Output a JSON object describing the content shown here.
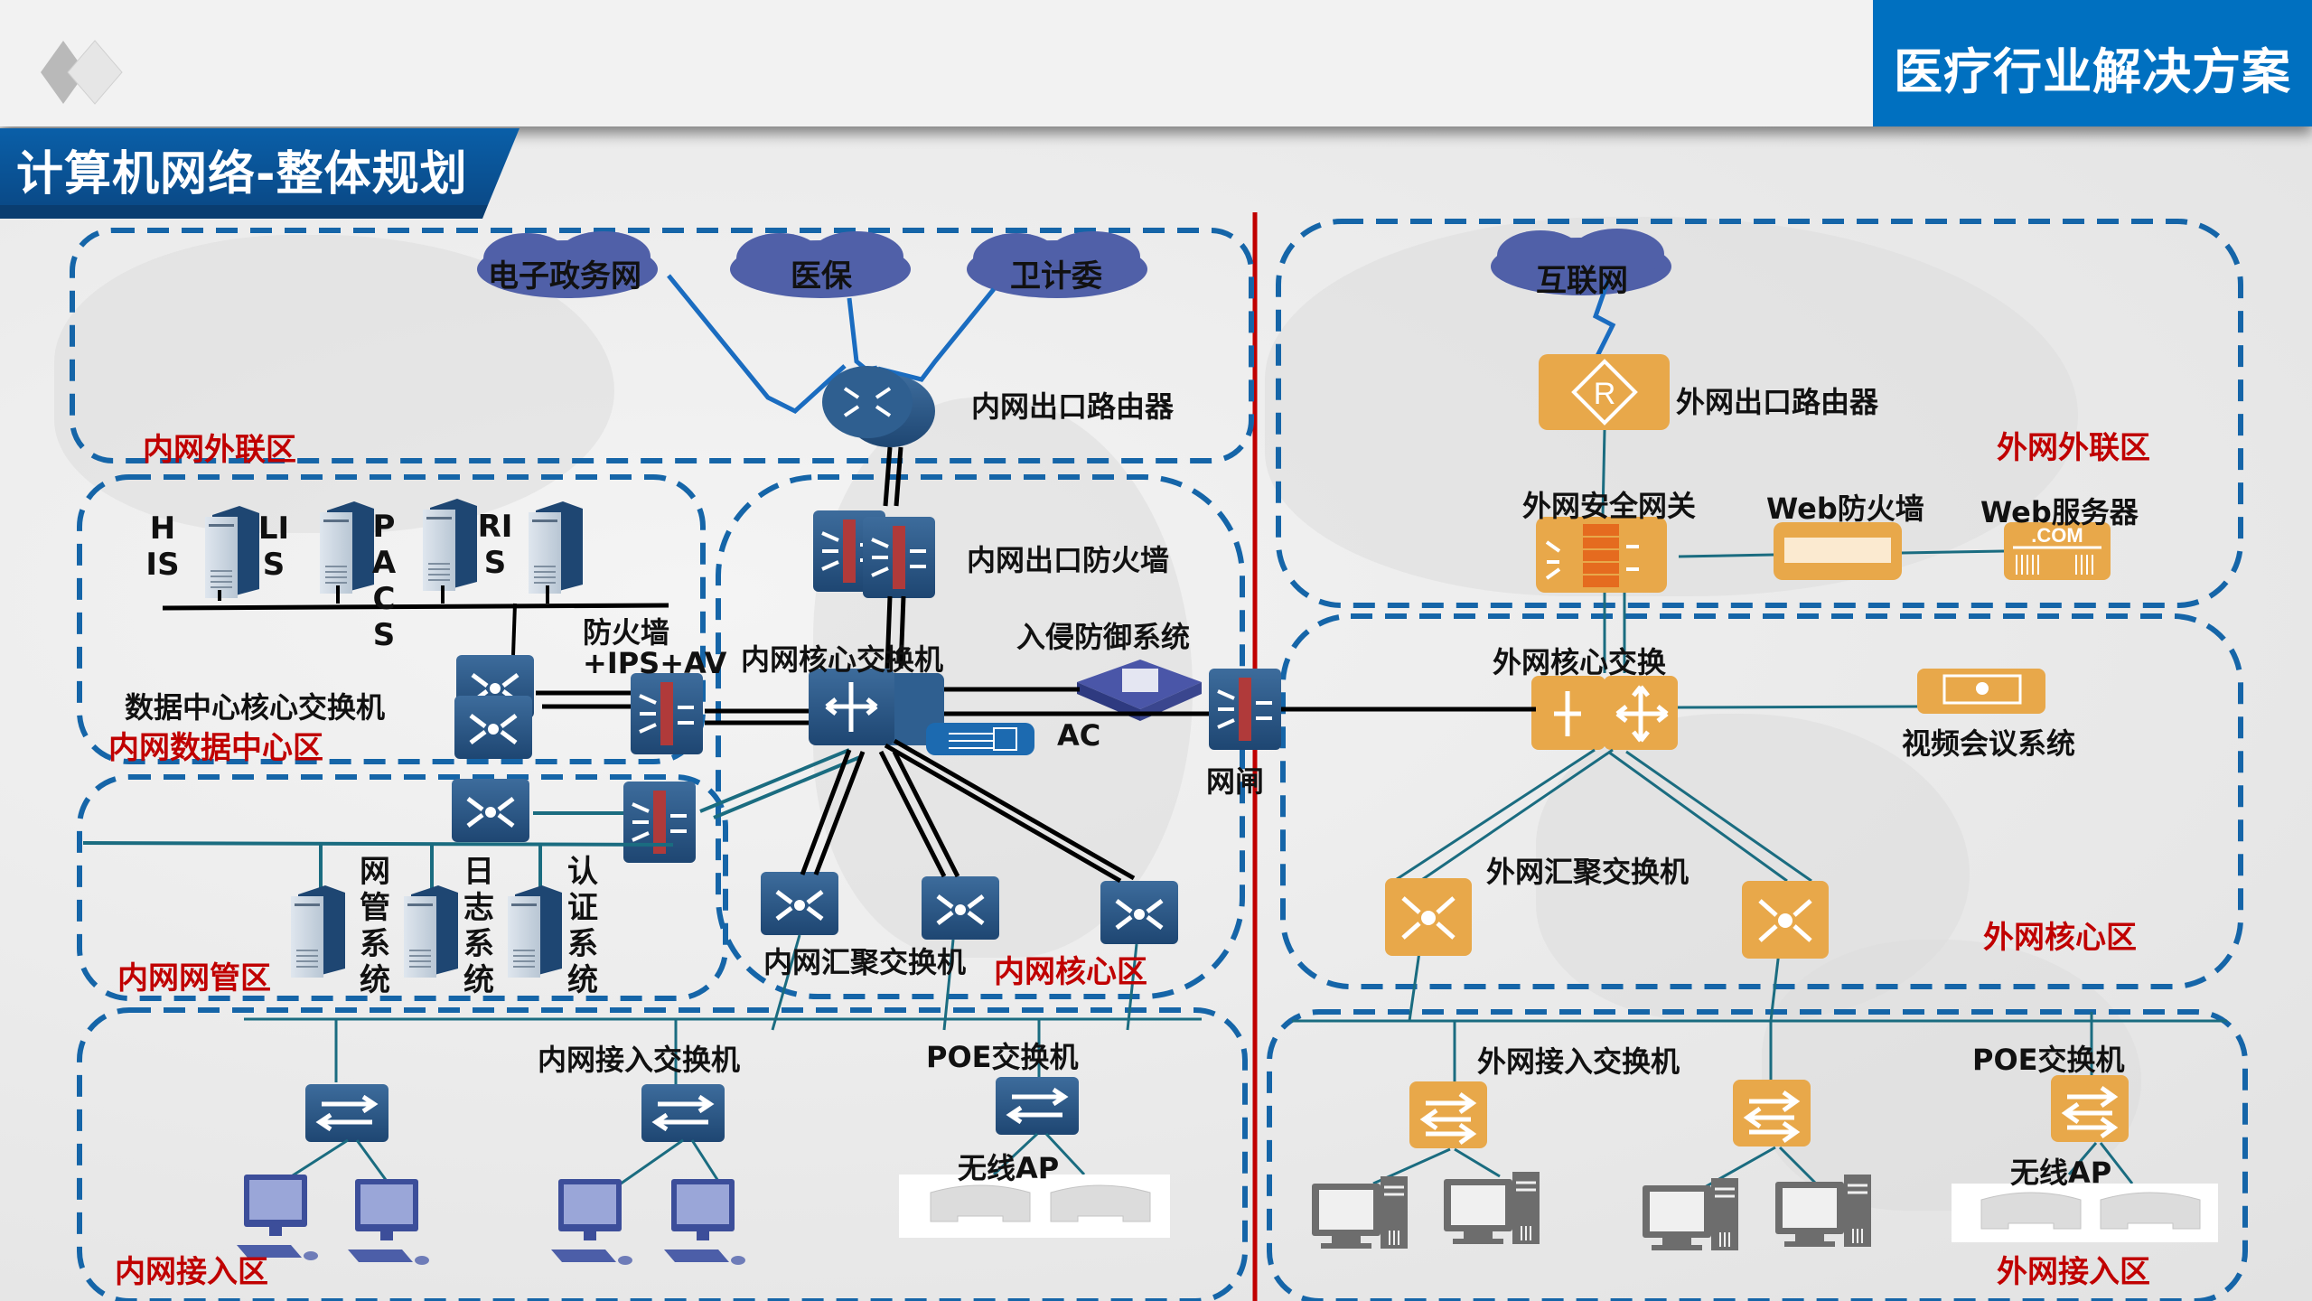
{
  "header": {
    "brand": "医疗行业解决方案",
    "title": "计算机网络-整体规划"
  },
  "colors": {
    "brand_blue": "#0070c0",
    "zone_border": "#1565a8",
    "zone_label_red": "#c00000",
    "divider_red": "#c00000",
    "intranet_device": "#2b5b8c",
    "extranet_device": "#e8a84a",
    "cloud": "#5060a8"
  },
  "intranet": {
    "zones": {
      "external": "内网外联区",
      "datacenter": "内网数据中心区",
      "management": "内网网管区",
      "core": "内网核心区",
      "access": "内网接入区"
    },
    "clouds": [
      "电子政务网",
      "医保",
      "卫计委"
    ],
    "devices": {
      "exit_router": "内网出口路由器",
      "exit_firewall": "内网出口防火墙",
      "core_switch": "内网核心交换机",
      "ips": "入侵防御系统",
      "ac": "AC",
      "gatekeeper": "网闸",
      "dc_core_switch": "数据中心核心交换机",
      "dc_firewall_line1": "防火墙",
      "dc_firewall_line2": "+IPS+AV",
      "aggregation_switch": "内网汇聚交换机",
      "access_switch": "内网接入交换机",
      "poe_switch": "POE交换机",
      "wireless_ap": "无线AP"
    },
    "servers": [
      "HIS",
      "LIS",
      "PACS",
      "RIS"
    ],
    "mgmt_systems": [
      "网管系统",
      "日志系统",
      "认证系统"
    ]
  },
  "extranet": {
    "zones": {
      "external": "外网外联区",
      "core": "外网核心区",
      "access": "外网接入区"
    },
    "clouds": [
      "互联网"
    ],
    "devices": {
      "exit_router": "外网出口路由器",
      "security_gateway": "外网安全网关",
      "web_firewall": "Web防火墙",
      "web_server": "Web服务器",
      "web_server_badge": ".COM",
      "core_switch": "外网核心交换",
      "video_conf": "视频会议系统",
      "aggregation_switch": "外网汇聚交换机",
      "access_switch": "外网接入交换机",
      "poe_switch": "POE交换机",
      "wireless_ap": "无线AP"
    }
  }
}
